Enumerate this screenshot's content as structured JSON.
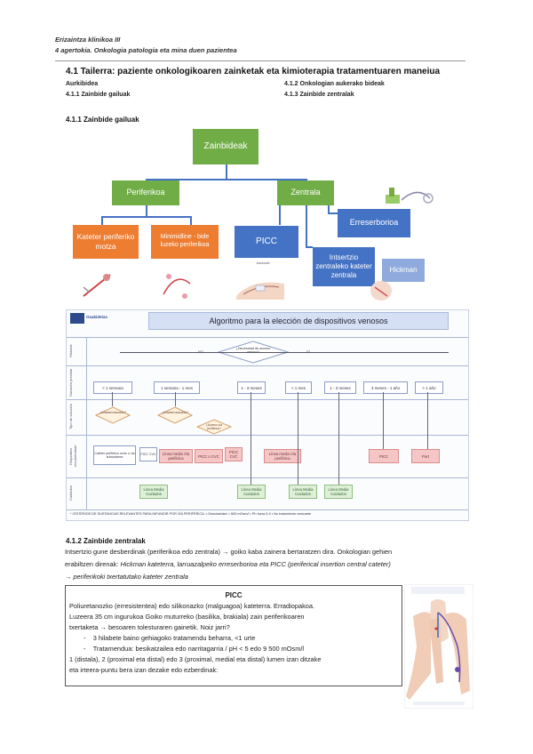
{
  "header": {
    "line1": "Erizaintza klinikoa III",
    "line2": "4 agertokia. Onkologia patologia eta mina duen pazientea"
  },
  "title": "4.1 Tailerra:  paziente onkologikoaren zainketak eta kimioterapia tratamentuaren maneiua",
  "toc": {
    "left": [
      "Aurkibidea",
      "4.1.1 Zainbide gailuak"
    ],
    "right": [
      "4.1.2 Onkologian aukerako bideak",
      "4.1.3 Zainbide zentralak"
    ]
  },
  "section1": "4.1.1 Zainbide gailuak",
  "diagram": {
    "root": "Zainbideak",
    "peripheral": "Periferikoa",
    "central": "Zentrala",
    "cateter": "Kateter periferiko motza",
    "midline": "Minimidline - bide luzeko periferikoa",
    "picc": "PICC",
    "reservoir": "Erreserborioa",
    "tunneled": "Intsertzio zentraleko kateter zentrala",
    "hickman": "Hickman",
    "img_caption": "Jasotzaile"
  },
  "algorithm": {
    "title": "Algoritmo para la elección de dispositivos venosos",
    "logo": "Osakidetza",
    "lanes": [
      "Historial",
      "Duración prevista",
      "Tipo de solución",
      "Dispositivo recomendado",
      "Cuidados"
    ],
    "question": "¿Necesidad de acceso venoso?",
    "yes": "SÍ",
    "no": "NO",
    "durations": [
      "< 1 semana",
      "1 semana - 1 mes",
      "1 - 3 meses",
      "< 1 mes",
      "1 - 3 meses",
      "3 meses - 1 año",
      "> 1 año"
    ],
    "decision1": "¿Irritante/vesicante?",
    "decision2": "¿Irritante/vesicante?",
    "decision3": "¿Acceso vía periférica?",
    "cat_labels": [
      "Catéter periférico corto o vía subcutánea",
      "PICC CVC",
      "Línea media Vía periférica",
      "PICC o CVC",
      "PICC CVC",
      "Línea media Vía periférica",
      "PICC",
      "Port"
    ],
    "care_labels": [
      "Línea Media Cuidados",
      "Línea Media Cuidados",
      "Línea Media Cuidados",
      "Línea Media Cuidados"
    ],
    "footnote": "* CRITERIOS DE SUSTANCIAS RELEVANTES PARA INFUNDIR POR VÍA PERIFÉRICA: • Osmolaridad > 600 mOsm/l   • Ph fuera 5-9   • No tratamiento vesicante"
  },
  "section2": "4.1.2 Zainbide zentralak",
  "para1": "Intsertzio gune desberdinak (periferikoa edo zentrala) → goiko kaba zainera bertaratzen dira. Onkologian gehien",
  "para2_plain": "erabiltzen direnak: ",
  "para2_italic": "Hickman kateterra, larruazalpeko erreserborioa eta PICC (periferical insertion central cateter)",
  "para3": "→ periferikoki txertatutako kateter zentrala",
  "picc": {
    "title": "PICC",
    "l1": "Poliuretanozko (erresistentea) edo silikonazko (malguagoa) kateterra. Erradiopakoa.",
    "l2": "Luzeera 35 cm ingurukoa Goiko muturreko (basilika, brakiala) zain periferikoaren",
    "l3": "txertaketa → besoaren tolesturaren gainetik. Noiz jarri?",
    "b1": "3 hilabete baino gehiagoko tratamendu beharra, <1 urte",
    "b2": "Tratamendua: besikatzailea edo narritagarria / pH < 5 edo 9 500 mOsm/l",
    "l4": "1 (distala), 2 (proximal eta distal) edo 3 (proximal, medial eta distal) lumen izan ditzake",
    "l5": "eta irteera-puntu bera izan dezake edo ezberdinak:"
  },
  "colors": {
    "green": "#70ad47",
    "orange": "#ed7d31",
    "blue": "#4472c4",
    "light_blue": "#8faadc"
  }
}
